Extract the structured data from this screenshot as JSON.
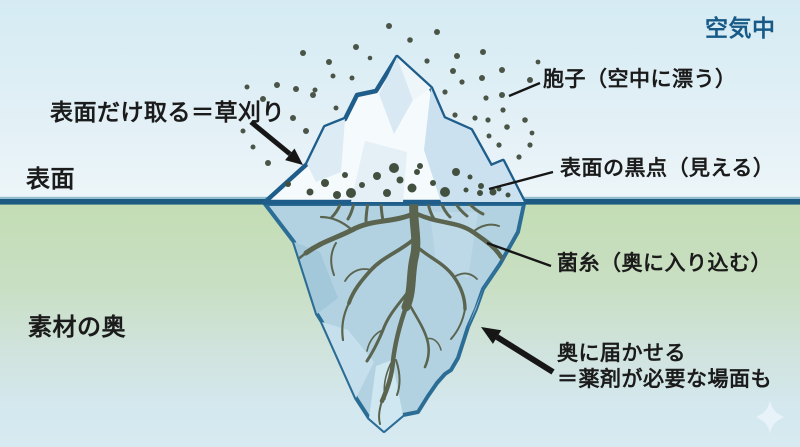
{
  "labels": {
    "air": "空気中",
    "surface_action": "表面だけ取る＝草刈り",
    "surface": "表面",
    "spores": "胞子（空中に漂う）",
    "surface_black_dots": "表面の黒点（見える）",
    "hyphae": "菌糸（奥に入り込む）",
    "material_depth": "素材の奥",
    "deep_action_line1": "奥に届かせる",
    "deep_action_line2": "＝薬剤が必要な場面も"
  },
  "colors": {
    "air_label": "#175a87",
    "text": "#1b1b1b",
    "air_dot": "#4a5548",
    "surface_dot": "#42503f",
    "iceberg_outline_above": "#1f5e8b",
    "iceberg_outline_below": "#2c6d96",
    "waterline": "#1d5a82",
    "root": "#5a644f",
    "arrow": "#161616"
  },
  "dots": {
    "air": [
      [
        247,
        87,
        2.5
      ],
      [
        263,
        99,
        3
      ],
      [
        243,
        131,
        2.5
      ],
      [
        253,
        147,
        2.5
      ],
      [
        268,
        163,
        3
      ],
      [
        277,
        85,
        3
      ],
      [
        296,
        89,
        3
      ],
      [
        303,
        53,
        3
      ],
      [
        313,
        95,
        3
      ],
      [
        329,
        62,
        3
      ],
      [
        356,
        47,
        3
      ],
      [
        389,
        26,
        3
      ],
      [
        333,
        76,
        2.5
      ],
      [
        352,
        78,
        2.5
      ],
      [
        293,
        118,
        3
      ],
      [
        306,
        131,
        3
      ],
      [
        315,
        90,
        2.5
      ],
      [
        336,
        108,
        2.5
      ],
      [
        370,
        58,
        2.3
      ],
      [
        410,
        40,
        2.8
      ],
      [
        437,
        32,
        3
      ],
      [
        457,
        56,
        3
      ],
      [
        483,
        52,
        3
      ],
      [
        427,
        61,
        2.6
      ],
      [
        453,
        71,
        3
      ],
      [
        502,
        70,
        3
      ],
      [
        486,
        98,
        2.6
      ],
      [
        502,
        95,
        3
      ],
      [
        475,
        118,
        2.6
      ],
      [
        488,
        120,
        2.6
      ],
      [
        507,
        127,
        2.8
      ],
      [
        525,
        120,
        2.8
      ],
      [
        499,
        145,
        2.6
      ],
      [
        519,
        157,
        2.6
      ],
      [
        530,
        145,
        2.6
      ],
      [
        445,
        92,
        2.6
      ],
      [
        462,
        82,
        2.6
      ],
      [
        530,
        80,
        3
      ],
      [
        538,
        62,
        2.4
      ],
      [
        482,
        78,
        3
      ],
      [
        503,
        110,
        2.6
      ],
      [
        455,
        115,
        2.6
      ],
      [
        532,
        133,
        2.4
      ],
      [
        489,
        136,
        2.5
      ]
    ],
    "surface": [
      [
        288,
        184,
        3
      ],
      [
        310,
        192,
        3.5
      ],
      [
        325,
        183,
        4
      ],
      [
        337,
        195,
        4
      ],
      [
        345,
        175,
        3
      ],
      [
        351,
        193,
        5
      ],
      [
        362,
        185,
        3
      ],
      [
        377,
        176,
        4
      ],
      [
        387,
        193,
        4
      ],
      [
        394,
        168,
        5
      ],
      [
        400,
        180,
        3.5
      ],
      [
        412,
        188,
        4.5
      ],
      [
        417,
        172,
        3
      ],
      [
        433,
        183,
        3
      ],
      [
        445,
        192,
        5
      ],
      [
        456,
        172,
        4
      ],
      [
        466,
        190,
        2.5
      ],
      [
        470,
        177,
        2.5
      ],
      [
        481,
        186,
        3
      ],
      [
        493,
        192,
        3.5
      ],
      [
        499,
        189,
        2.5
      ],
      [
        508,
        195,
        2.5
      ],
      [
        480,
        193,
        3
      ],
      [
        420,
        166,
        3
      ]
    ]
  }
}
